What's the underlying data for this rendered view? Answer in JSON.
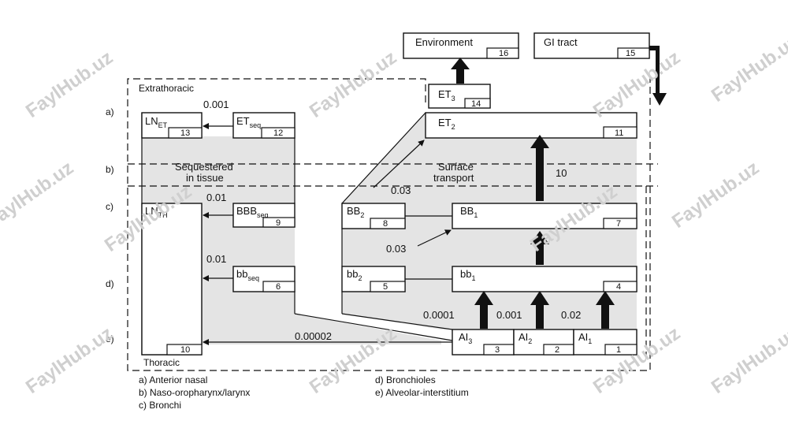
{
  "watermark": "FaylHub.uz",
  "regions": {
    "extrathoracic": "Extrathoracic",
    "thoracic": "Thoracic"
  },
  "compartments": {
    "environment": {
      "name": "Environment",
      "num": "16"
    },
    "gi_tract": {
      "name": "GI tract",
      "num": "15"
    },
    "et3": {
      "name": "ET",
      "sub": "3",
      "num": "14"
    },
    "et2": {
      "name": "ET",
      "sub": "2",
      "num": "11"
    },
    "ln_et": {
      "name": "LN",
      "sub": "ET",
      "num": "13"
    },
    "et_seq": {
      "name": "ET",
      "sub": "seq",
      "num": "12"
    },
    "ln_th": {
      "name": "LN",
      "sub": "TH",
      "num": "10"
    },
    "bbb_seq": {
      "name": "BBB",
      "sub": "seq",
      "num": "9"
    },
    "bb_seq": {
      "name": "bb",
      "sub": "seq",
      "num": "6"
    },
    "bb2_upper": {
      "name": "BB",
      "sub": "2",
      "num": "8"
    },
    "bb1_upper": {
      "name": "BB",
      "sub": "1",
      "num": "7"
    },
    "bb2_lower": {
      "name": "bb",
      "sub": "2",
      "num": "5"
    },
    "bb1_lower": {
      "name": "bb",
      "sub": "1",
      "num": "4"
    },
    "ai3": {
      "name": "AI",
      "sub": "3",
      "num": "3"
    },
    "ai2": {
      "name": "AI",
      "sub": "2",
      "num": "2"
    },
    "ai1": {
      "name": "AI",
      "sub": "1",
      "num": "1"
    }
  },
  "rates": {
    "et_seq_to_ln": "0.001",
    "bbb_to_ln": "0.01",
    "bb_to_ln": "0.01",
    "ai3_to_ln": "0.00002",
    "et2_bb2": "0.03",
    "bb2_bb1": "0.03",
    "surface": "10",
    "ai3_bb1": "0.0001",
    "ai2_bb1": "0.001",
    "ai1_bb1": "0.02"
  },
  "area_labels": {
    "sequestered_1": "Sequestered",
    "sequestered_2": "in tissue",
    "surface_1": "Surface",
    "surface_2": "transport"
  },
  "row_markers": [
    "a)",
    "b)",
    "c)",
    "d)",
    "e)"
  ],
  "legend": [
    "a)  Anterior nasal",
    "b)  Naso-oropharynx/larynx",
    "c)  Bronchi",
    "d)  Bronchioles",
    "e)  Alveolar-interstitium"
  ]
}
